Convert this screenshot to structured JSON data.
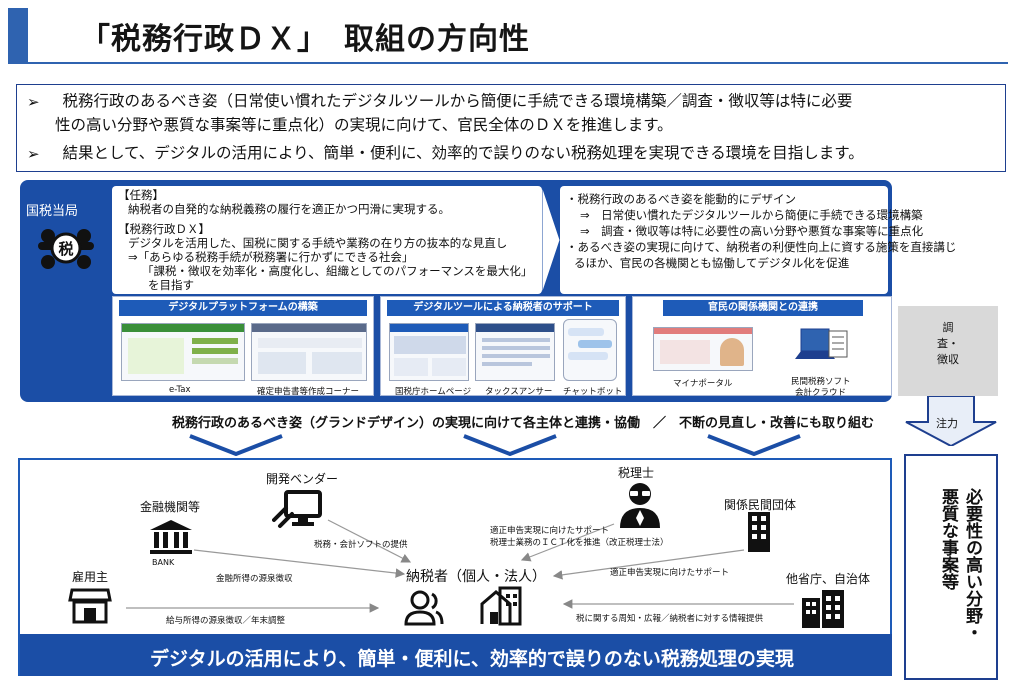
{
  "header": {
    "title": "「税務行政ＤＸ」　取組の方向性"
  },
  "intro": {
    "bullet_mark": "➢",
    "line1": "　税務行政のあるべき姿（日常使い慣れたデジタルツールから簡便に手続できる環境構築／調査・徴収等は特に必要",
    "line1b": "性の高い分野や悪質な事案等に重点化）の実現に向けて、官民全体のＤＸを推進します。",
    "line2": "　結果として、デジタルの活用により、簡単・便利に、効率的で誤りのない税務処理を実現できる環境を目指します。"
  },
  "authority": {
    "label": "国税当局",
    "icon_char": "税"
  },
  "mission": {
    "duty_head": "【任務】",
    "duty_text": "納税者の自発的な納税義務の履行を適正かつ円滑に実現する。",
    "dx_head": "【税務行政ＤＸ】",
    "dx_text1": "デジタルを活用した、国税に関する手続や業務の在り方の抜本的な見直し",
    "dx_text2": "⇒「あらゆる税務手続が税務署に行かずにできる社会」",
    "dx_text3": "「課税・徴収を効率化・高度化し、組織としてのパフォーマンスを最大化」",
    "dx_text4": "を目指す"
  },
  "direction": {
    "line1": "・税務行政のあるべき姿を能動的にデザイン",
    "line2": "⇒　日常使い慣れたデジタルツールから簡便に手続できる環境構築",
    "line3": "⇒　調査・徴収等は特に必要性の高い分野や悪質な事案等に重点化",
    "line4": "・あるべき姿の実現に向けて、納税者の利便性向上に資する施策を直接講じ",
    "line5": "るほか、官民の各機関とも協働してデジタル化を促進"
  },
  "panels": {
    "platform": {
      "heading": "デジタルプラットフォームの構築",
      "cap1": "e-Tax",
      "cap2": "確定申告書等作成コーナー"
    },
    "tools": {
      "heading": "デジタルツールによる納税者のサポート",
      "cap1": "国税庁ホームページ",
      "cap2": "タックスアンサー",
      "cap3": "チャットボット"
    },
    "partners": {
      "heading": "官民の関係機関との連携",
      "cap1": "マイナポータル",
      "cap2a": "民間税務ソフト",
      "cap2b": "会計クラウド"
    }
  },
  "right": {
    "survey": "調査・徴収",
    "focus": "注力",
    "high_priority": "必要性の高い分野・悪質な事案等"
  },
  "connect_text": "税務行政のあるべき姿（グランドデザイン）の実現に向けて各主体と連携・協働　／　不断の見直し・改善にも取り組む",
  "ecosystem": {
    "payer": "納税者（個人・法人）",
    "vendor": "開発ベンダー",
    "finance": "金融機関等",
    "bank_caption": "BANK",
    "employer": "雇用主",
    "tax_accountant": "税理士",
    "private_org": "関係民間団体",
    "local_gov": "他省庁、自治体",
    "e_vendor": "税務・会計ソフトの提供",
    "e_finance": "金融所得の源泉徴収",
    "e_employer": "給与所得の源泉徴収／年末調整",
    "e_ta1": "適正申告実現に向けたサポート",
    "e_ta2": "税理士業務のＩＣＴ化を推進（改正税理士法）",
    "e_private": "適正申告実現に向けたサポート",
    "e_gov": "税に関する周知・広報／納税者に対する情報提供"
  },
  "bottom_banner": "デジタルの活用により、簡単・便利に、効率的で誤りのない税務処理の実現",
  "colors": {
    "primary_blue": "#1b4ea6",
    "accent_blue": "#2f63b0",
    "grey": "#d9d9d9"
  }
}
